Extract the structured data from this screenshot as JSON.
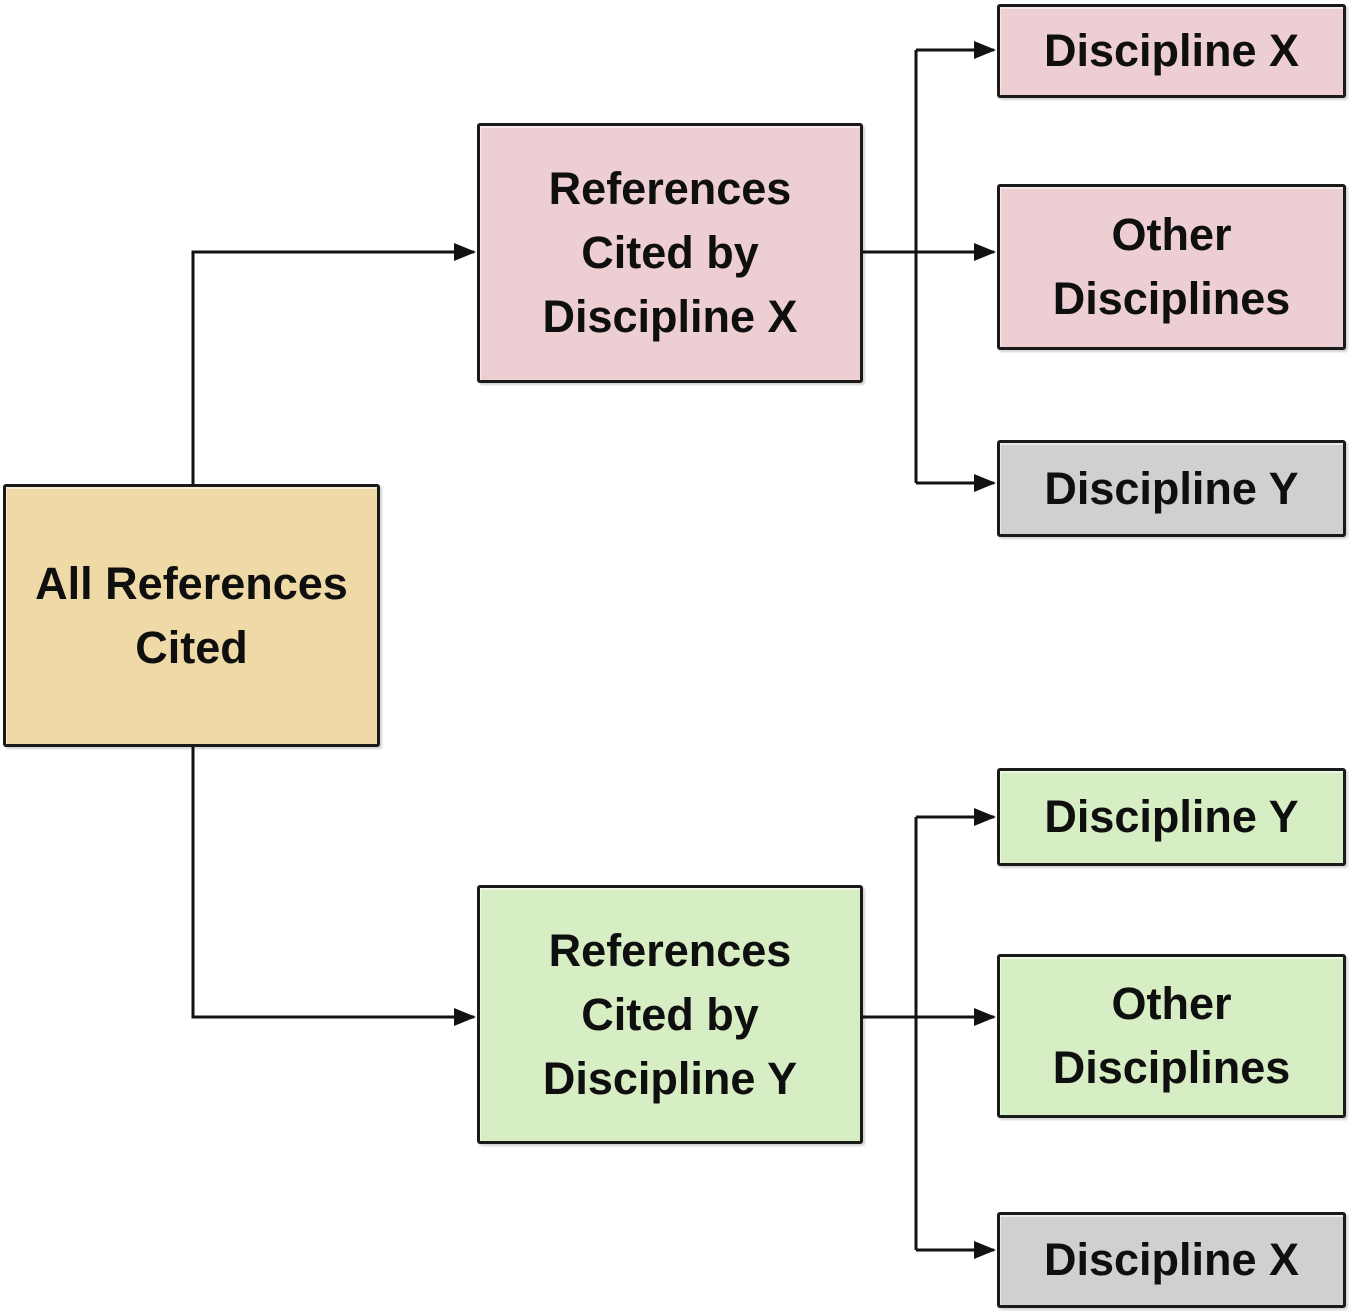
{
  "colors": {
    "background": "#ffffff",
    "tan": "#efdaa7",
    "pink": "#edced2",
    "green": "#d7edc4",
    "gray": "#d1d0d0",
    "border": "#1a1a1a",
    "line": "#121212",
    "text": "#0f0f0f"
  },
  "nodes": {
    "all_references": {
      "lines": [
        "All References",
        "Cited"
      ],
      "color": "#efdaa7"
    },
    "refs_x": {
      "lines": [
        "References",
        "Cited by",
        "Discipline X"
      ],
      "color": "#edced2"
    },
    "refs_y": {
      "lines": [
        "References",
        "Cited by",
        "Discipline Y"
      ],
      "color": "#d7edc4"
    },
    "x_children": [
      {
        "lines": [
          "Discipline X"
        ],
        "color": "#edced2"
      },
      {
        "lines": [
          "Other",
          "Disciplines"
        ],
        "color": "#edced2"
      },
      {
        "lines": [
          "Discipline Y"
        ],
        "color": "#d1d0d0"
      }
    ],
    "y_children": [
      {
        "lines": [
          "Discipline Y"
        ],
        "color": "#d7edc4"
      },
      {
        "lines": [
          "Other",
          "Disciplines"
        ],
        "color": "#d7edc4"
      },
      {
        "lines": [
          "Discipline X"
        ],
        "color": "#d1d0d0"
      }
    ]
  }
}
